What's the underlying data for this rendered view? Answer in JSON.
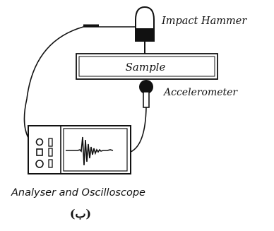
{
  "labels": {
    "impact_hammer": "Impact Hammer",
    "sample": "Sample",
    "accelerometer": "Accelerometer",
    "analyser": "Analyser and Oscilloscope"
  },
  "caption": "(ب)",
  "colors": {
    "ink": "#111111",
    "background": "#ffffff"
  }
}
